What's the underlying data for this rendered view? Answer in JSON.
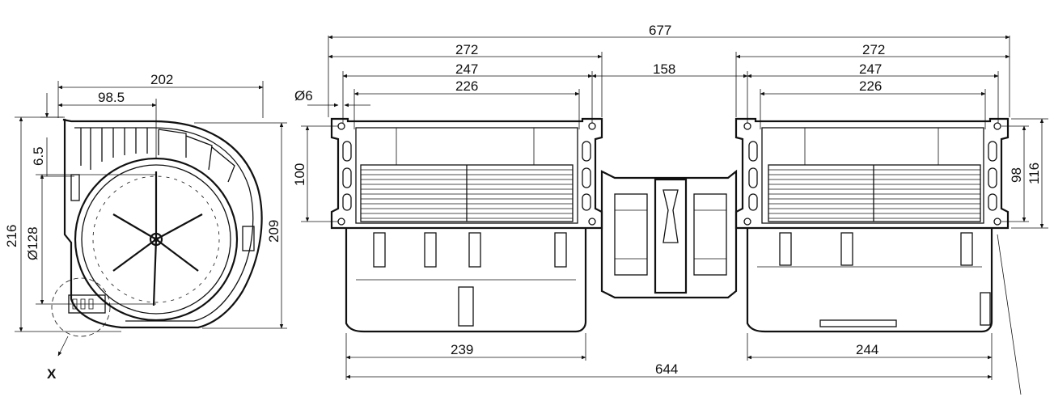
{
  "dimensions": {
    "side_width": "202",
    "side_offset": "98.5",
    "side_small": "6.5",
    "side_height": "216",
    "side_diameter": "Ø128",
    "side_height_right": "209",
    "overall_length": "677",
    "left_flange": "272",
    "right_flange": "272",
    "left_outer": "247",
    "right_outer": "247",
    "center_gap": "158",
    "left_inner": "226",
    "right_inner": "226",
    "hole_diameter": "Ø6",
    "flange_height": "100",
    "right_height_outer": "116",
    "right_height_inner": "98",
    "left_bottom": "239",
    "right_bottom": "244",
    "overall_bottom": "644"
  },
  "detail_label": "X"
}
